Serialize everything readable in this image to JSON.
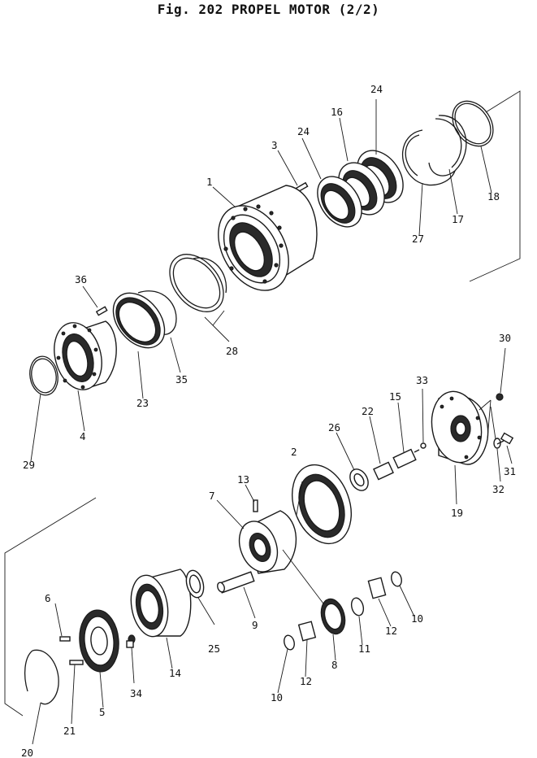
{
  "title": "Fig. 202   PROPEL MOTOR (2/2)",
  "callouts": {
    "c1": "1",
    "c2": "2",
    "c3": "3",
    "c4": "4",
    "c5": "5",
    "c6": "6",
    "c7": "7",
    "c8": "8",
    "c9": "9",
    "c10a": "10",
    "c10b": "10",
    "c11": "11",
    "c12a": "12",
    "c12b": "12",
    "c13": "13",
    "c14": "14",
    "c15": "15",
    "c16": "16",
    "c17": "17",
    "c18": "18",
    "c19": "19",
    "c20": "20",
    "c21": "21",
    "c22": "22",
    "c23": "23",
    "c24a": "24",
    "c24b": "24",
    "c25": "25",
    "c26": "26",
    "c27": "27",
    "c28": "28",
    "c29": "29",
    "c30": "30",
    "c31": "31",
    "c32": "32",
    "c33": "33",
    "c34": "34",
    "c35": "35",
    "c36": "36"
  }
}
